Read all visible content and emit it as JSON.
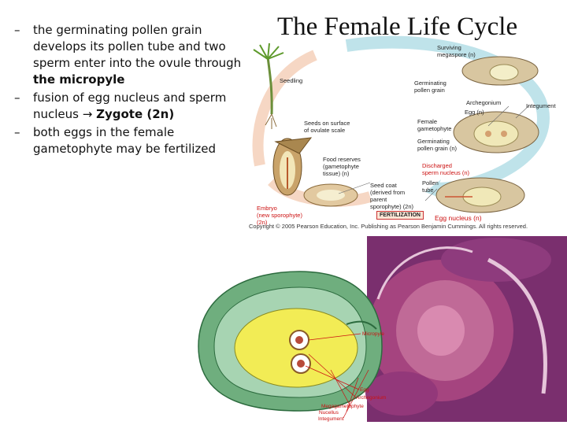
{
  "slide": {
    "title": "The Female Life Cycle",
    "bullets": [
      {
        "dash": "–",
        "before": "the germinating pollen grain develops its pollen tube and two sperm enter into the ovule through ",
        "bold": "the micropyle",
        "after": ""
      },
      {
        "dash": "–",
        "before": "fusion of egg nucleus and sperm nucleus ",
        "arrow": "→",
        "bold": "Zygote (2n)",
        "after": ""
      },
      {
        "dash": "–",
        "before": "both eggs in the female gametophyte may be fertilized",
        "bold": "",
        "after": ""
      }
    ]
  },
  "diagram": {
    "labels": {
      "surviving_megaspore": [
        "Surviving",
        "megaspore (n)"
      ],
      "seedling": "Seedling",
      "germinating_pollen_grain_top": [
        "Germinating",
        "pollen grain"
      ],
      "archegonium": "Archegonium",
      "integument": "Integument",
      "egg": "Egg (n)",
      "female_gametophyte": [
        "Female",
        "gametophyte"
      ],
      "seeds_on_surface": [
        "Seeds on surface",
        "of ovulate scale"
      ],
      "germinating_pollen_grain": [
        "Germinating",
        "pollen grain (n)"
      ],
      "food_reserves": [
        "Food reserves",
        "(gametophyte",
        "tissue) (n)"
      ],
      "discharged_sperm": [
        "Discharged",
        "sperm nucleus (n)"
      ],
      "seed_coat": [
        "Seed coat",
        "(derived from",
        "parent",
        "sporophyte) (2n)"
      ],
      "pollen_tube": [
        "Pollen",
        "tube"
      ],
      "embryo": [
        "Embryo",
        "(new sporophyte)",
        "(2n)"
      ],
      "fertilization": "FERTILIZATION",
      "egg_nucleus": "Egg nucleus (n)"
    },
    "copyright": "Copyright © 2005 Pearson Education, Inc. Publishing as Pearson Benjamin Cummings. All rights reserved."
  },
  "ovule_drawing": {
    "labels": [
      "Micropyle",
      "Egg",
      "Archegonium",
      "Megagametophyte",
      "Nucellus",
      "Integument"
    ]
  },
  "colors": {
    "cycle_arrow": "#bfe3ea",
    "label_red": "#cc1111",
    "micrograph": "#7a2f6e",
    "ovule_green": "#6fae7e",
    "ovule_yellow": "#f2ec55"
  }
}
